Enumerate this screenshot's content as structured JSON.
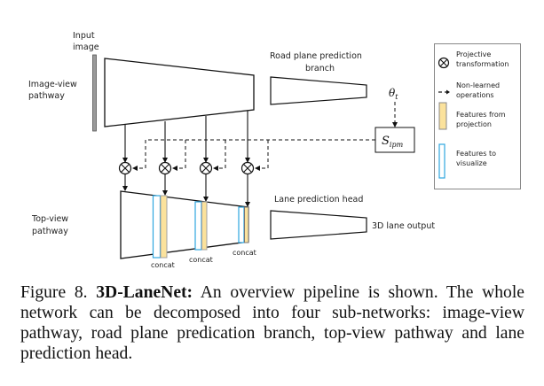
{
  "figure": {
    "labels": {
      "input_image_l1": "Input",
      "input_image_l2": "image",
      "image_view_l1": "Image-view",
      "image_view_l2": "pathway",
      "road_plane_l1": "Road plane prediction",
      "road_plane_l2": "branch",
      "theta": "θ",
      "theta_sub": "t",
      "sipm": "S",
      "sipm_sub": "ipm",
      "top_view_l1": "Top-view",
      "top_view_l2": "pathway",
      "lane_head": "Lane prediction head",
      "output": "3D lane output",
      "concat_1": "concat",
      "concat_2": "concat",
      "concat_3": "concat"
    },
    "legend": {
      "items": [
        {
          "icon": "projective-transform-icon",
          "l1": "Projective",
          "l2": "transformation"
        },
        {
          "icon": "dashed-arrow-icon",
          "l1": "Non-learned",
          "l2": "operations"
        },
        {
          "icon": "yellow-feature-bar-icon",
          "l1": "Features from",
          "l2": "projection"
        },
        {
          "icon": "blue-feature-bar-icon",
          "l1": "Features to",
          "l2": "visualize"
        }
      ]
    },
    "colors": {
      "projection_features": "#fbe29c",
      "visualize_features": "#2ea7e0",
      "input_bar": "#9a9a9a"
    }
  },
  "caption": {
    "prefix": "Figure 8. ",
    "title": "3D-LaneNet:",
    "text": " An overview pipeline is shown.  The whole network can be decomposed into four sub-networks: image-view pathway, road plane predication branch, top-view pathway and lane prediction head."
  }
}
